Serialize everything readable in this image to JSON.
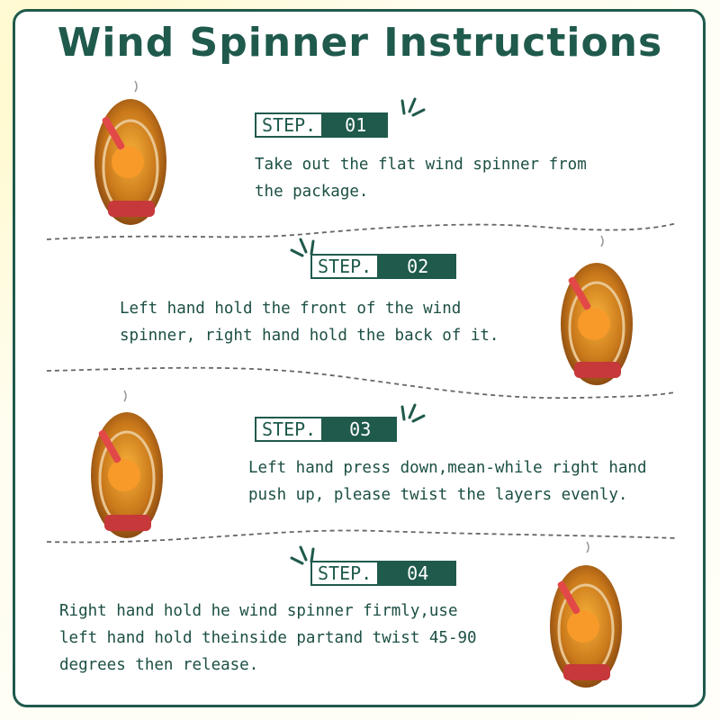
{
  "title": "Wind Spinner Instructions",
  "colors": {
    "accent": "#1f5a4c",
    "text": "#1c4f44"
  },
  "steps": [
    {
      "label": "STEP.",
      "number": "01",
      "text_lines": [
        "Take out the flat wind spinner from",
        "the package."
      ]
    },
    {
      "label": "STEP.",
      "number": "02",
      "text_lines": [
        "Left hand hold the front of the wind",
        "spinner, right hand hold the back of it."
      ]
    },
    {
      "label": "STEP.",
      "number": "03",
      "text_lines": [
        "Left hand press down,mean-while right hand",
        "push up, please twist the layers evenly."
      ]
    },
    {
      "label": "STEP.",
      "number": "04",
      "text_lines": [
        "Right hand hold he wind spinner firmly,use",
        "left hand hold theinside partand twist 45-90",
        "degrees then release."
      ]
    }
  ]
}
